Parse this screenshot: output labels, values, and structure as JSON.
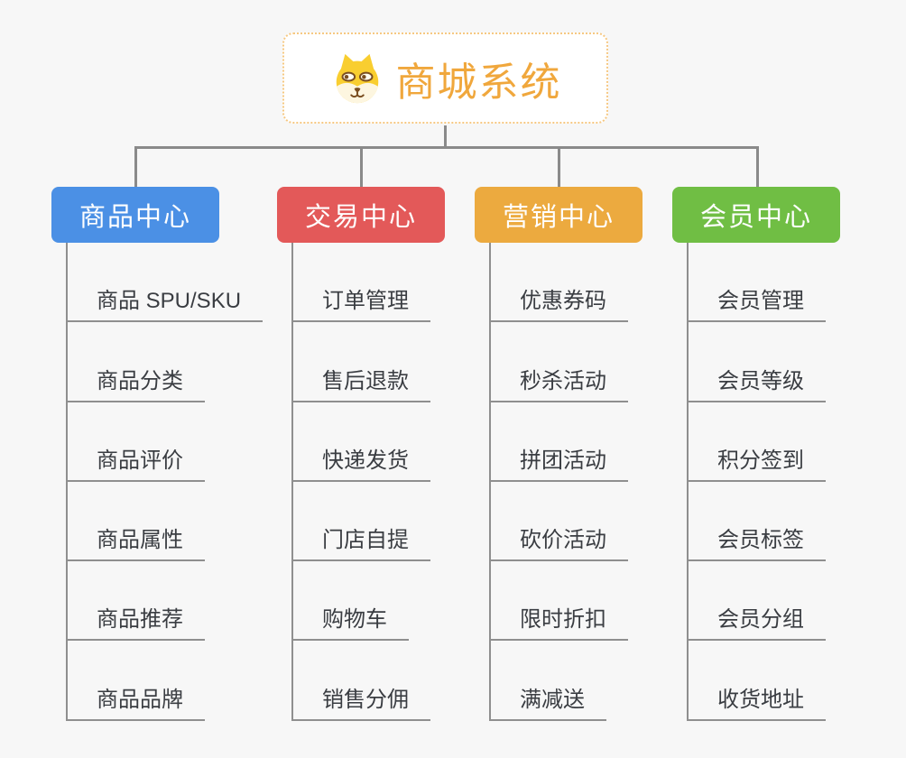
{
  "canvas": {
    "background": "#f7f7f7",
    "connector_color": "#8a8a8a"
  },
  "root": {
    "title": "商城系统",
    "icon": "shiba-dog-icon",
    "text_color": "#f0a73c",
    "border_color": "#f6c882"
  },
  "branches": [
    {
      "label": "商品中心",
      "color": "#4b90e5",
      "items": [
        "商品 SPU/SKU",
        "商品分类",
        "商品评价",
        "商品属性",
        "商品推荐",
        "商品品牌"
      ]
    },
    {
      "label": "交易中心",
      "color": "#e35959",
      "items": [
        "订单管理",
        "售后退款",
        "快递发货",
        "门店自提",
        "购物车",
        "销售分佣"
      ]
    },
    {
      "label": "营销中心",
      "color": "#ecaa3f",
      "items": [
        "优惠券码",
        "秒杀活动",
        "拼团活动",
        "砍价活动",
        "限时折扣",
        "满减送"
      ]
    },
    {
      "label": "会员中心",
      "color": "#70be44",
      "items": [
        "会员管理",
        "会员等级",
        "积分签到",
        "会员标签",
        "会员分组",
        "收货地址"
      ]
    }
  ]
}
